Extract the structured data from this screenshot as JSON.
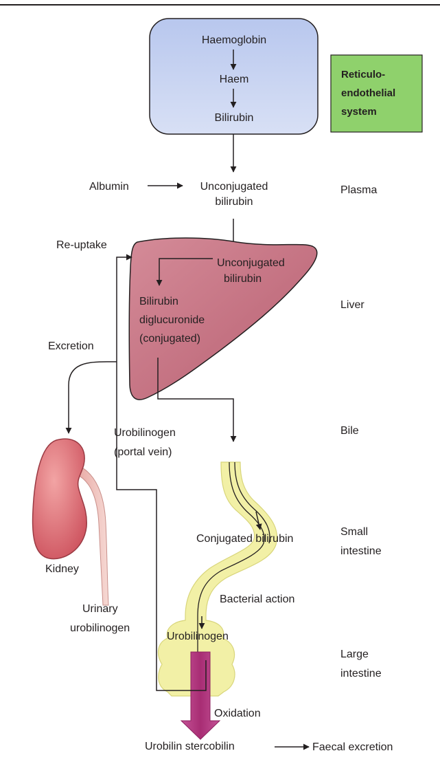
{
  "colors": {
    "reticuloendothelial_box": "#c4d0ee",
    "legend_box": "#8fd16c",
    "liver": "#c97384",
    "kidney": "#d96c72",
    "intestine": "#f2f0a6",
    "oxidation_arrow": "#b0337b",
    "line": "#231f20"
  },
  "reticulo_box": {
    "haemoglobin": "Haemoglobin",
    "haem": "Haem",
    "bilirubin": "Bilirubin"
  },
  "legend": {
    "line1": "Reticulo-",
    "line2": "endothelial",
    "line3": "system"
  },
  "stages": {
    "plasma": "Plasma",
    "liver": "Liver",
    "bile": "Bile",
    "small_intestine_1": "Small",
    "small_intestine_2": "intestine",
    "large_intestine_1": "Large",
    "large_intestine_2": "intestine"
  },
  "labels": {
    "albumin": "Albumin",
    "unconjugated_1": "Unconjugated",
    "unconjugated_2": "bilirubin",
    "reuptake": "Re-uptake",
    "liver_unconjugated_1": "Unconjugated",
    "liver_unconjugated_2": "bilirubin",
    "diglucuronide_1": "Bilirubin",
    "diglucuronide_2": "diglucuronide",
    "diglucuronide_3": "(conjugated)",
    "excretion": "Excretion",
    "urobilinogen_portal_1": "Urobilinogen",
    "urobilinogen_portal_2": "(portal vein)",
    "conjugated_bilirubin": "Conjugated bilirubin",
    "bacterial_action": "Bacterial action",
    "kidney": "Kidney",
    "urinary_1": "Urinary",
    "urinary_2": "urobilinogen",
    "urobilinogen": "Urobilinogen",
    "oxidation": "Oxidation",
    "urobilin_stercobilin": "Urobilin stercobilin",
    "faecal_excretion": "Faecal excretion"
  }
}
